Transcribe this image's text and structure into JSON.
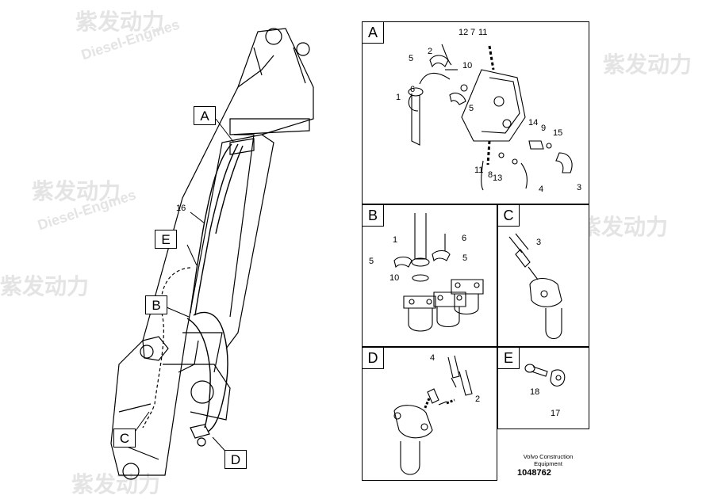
{
  "watermark": {
    "brand": "紫发动力",
    "sub": "Diesel-Engines"
  },
  "callouts": [
    "A",
    "B",
    "C",
    "D",
    "E"
  ],
  "panels": {
    "A": {
      "label": "A",
      "parts": [
        "12",
        "7",
        "11",
        "5",
        "2",
        "10",
        "6",
        "1",
        "5",
        "14",
        "9",
        "15",
        "11",
        "8",
        "13",
        "4",
        "3"
      ]
    },
    "B": {
      "label": "B",
      "parts": [
        "1",
        "6",
        "5",
        "5",
        "10"
      ]
    },
    "C": {
      "label": "C",
      "parts": [
        "3"
      ]
    },
    "D": {
      "label": "D",
      "parts": [
        "4",
        "2"
      ]
    },
    "E": {
      "label": "E",
      "parts": [
        "18",
        "17"
      ]
    }
  },
  "main_parts": [
    "16"
  ],
  "footer": {
    "line1": "Volvo Construction",
    "line2": "Equipment",
    "code": "1048762"
  }
}
